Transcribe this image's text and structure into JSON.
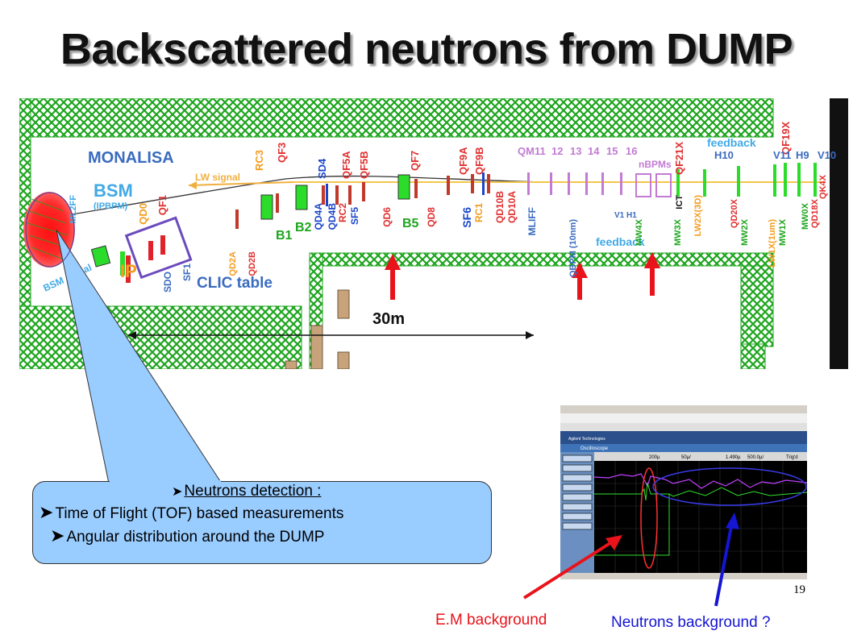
{
  "title": "Backscattered neutrons from DUMP",
  "beamline": {
    "section": "MONALISA",
    "bsm": "BSM",
    "ipbpm": "(IPBPM)",
    "lw_signal": "LW signal",
    "bsm_signal": "BSM signal",
    "clic_table": "CLIC table",
    "feedback": "feedback",
    "nbpms": "nBPMs",
    "ip": "IP",
    "scale": "30m",
    "top_labels": [
      "QF19X",
      "RC3",
      "QF3",
      "SD4",
      "QF5A",
      "QF5B",
      "QF7",
      "QF9A",
      "QF9B",
      "QM11",
      "12",
      "13",
      "14",
      "15",
      "16",
      "QF21X",
      "H10",
      "V11",
      "H9",
      "V10"
    ],
    "lower_labels": [
      "ML2FF",
      "QD0",
      "QF1",
      "SDO",
      "SF1",
      "QD2A",
      "QD2B",
      "B1",
      "B2",
      "QD4A",
      "QD4B",
      "RC2",
      "SF5",
      "QD6",
      "B5",
      "QD8",
      "SF6",
      "RC1",
      "QD10B",
      "QD10A",
      "MLIFF",
      "QBPM (10nm)",
      "V1 H1",
      "MW4X",
      "MW3X",
      "LW2X(3D)",
      "ICT",
      "QD20X",
      "MW2X",
      "MW1X",
      "LW1X(1um)",
      "MW0X",
      "QD18X",
      "QK4X"
    ]
  },
  "callout": {
    "heading": "Neutrons detection :",
    "line1": "Time of Flight (TOF) based measurements",
    "line2": "Angular distribution around the DUMP"
  },
  "scope": {
    "brand": "Agilent Technologies",
    "app": "Oscilloscope",
    "ch_readout": "200µ",
    "div1": "50µ/",
    "time": "1.490µ",
    "timebase": "500.0µ/",
    "trigger": "Trig'd"
  },
  "labels": {
    "em_background": "E.M background",
    "neutrons_background": "Neutrons background ?"
  },
  "page_number": "19",
  "colors": {
    "wall_green": "#1ea51e",
    "arrow_red": "#e8131b",
    "arrow_blue": "#1515d4",
    "callout_fill": "#99ccff"
  }
}
